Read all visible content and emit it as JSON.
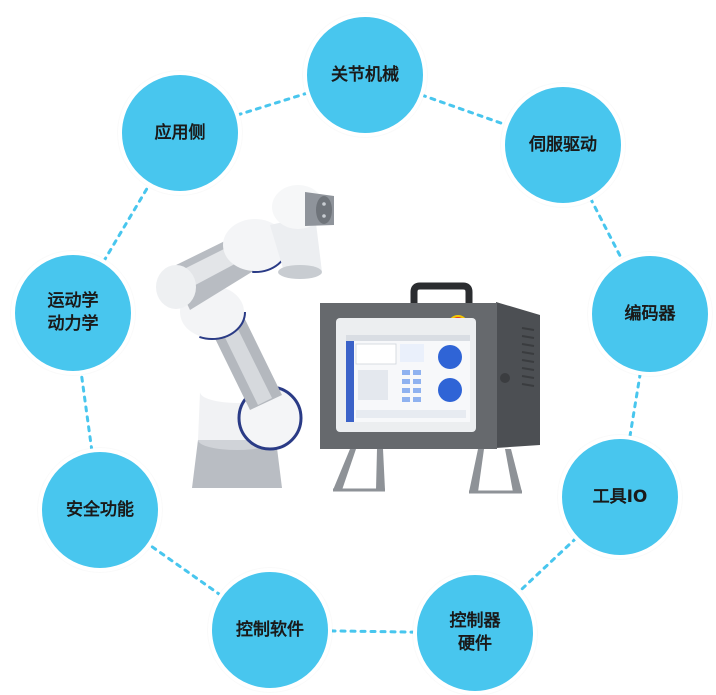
{
  "colors": {
    "node_fill": "#48c6ee",
    "node_border": "#ffffff",
    "ring_dash": "#48c6ee",
    "robot_white": "#f2f3f5",
    "robot_steel": "#b8bcc2",
    "robot_accent": "#2a3b86",
    "cabinet": "#5f6266",
    "screen_frame": "#e9eaec",
    "screen_blue": "#2f64d6"
  },
  "nodes": [
    {
      "id": "joint-mechanics",
      "lines": [
        "关节机械"
      ]
    },
    {
      "id": "servo-drive",
      "lines": [
        "伺服驱动"
      ]
    },
    {
      "id": "encoder",
      "lines": [
        "编码器"
      ]
    },
    {
      "id": "tool-io",
      "lines": [
        "工具IO"
      ]
    },
    {
      "id": "controller-hardware",
      "lines": [
        "控制器",
        "硬件"
      ]
    },
    {
      "id": "control-software",
      "lines": [
        "控制软件"
      ]
    },
    {
      "id": "safety-functions",
      "lines": [
        "安全功能"
      ]
    },
    {
      "id": "kinematics-dynamics",
      "lines": [
        "运动学",
        "动力学"
      ]
    },
    {
      "id": "application-side",
      "lines": [
        "应用侧"
      ]
    }
  ],
  "images": {
    "robot_arm": "robot-arm-illustration",
    "control_cabinet": "control-cabinet-illustration"
  }
}
